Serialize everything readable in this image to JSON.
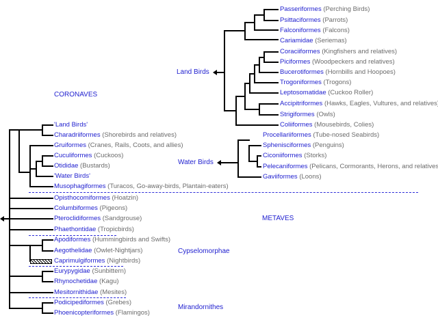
{
  "groups": {
    "coronaves": "CORONAVES",
    "metaves": "METAVES",
    "land_birds": "Land Birds",
    "water_birds": "Water Birds",
    "cypselomorphae": "Cypselomorphae",
    "mirandornithes": "Mirandornithes"
  },
  "land_birds_taxa": [
    {
      "name": "Passeriformes",
      "common": "(Perching Birds)"
    },
    {
      "name": "Psittaciformes",
      "common": "(Parrots)"
    },
    {
      "name": "Falconiformes",
      "common": "(Falcons)"
    },
    {
      "name": "Cariamidae",
      "common": "(Seriemas)"
    },
    {
      "name": "Coraciiformes",
      "common": "(Kingfishers and relatives)"
    },
    {
      "name": "Piciformes",
      "common": "(Woodpeckers and relatives)"
    },
    {
      "name": "Bucerotiformes",
      "common": "(Hornbills and Hoopoes)"
    },
    {
      "name": "Trogoniformes",
      "common": "(Trogons)"
    },
    {
      "name": "Leptosomatidae",
      "common": "(Cuckoo Roller)"
    },
    {
      "name": "Accipitriformes",
      "common": "(Hawks, Eagles, Vultures, and relatives)"
    },
    {
      "name": "Strigiformes",
      "common": "(Owls)"
    },
    {
      "name": "Coliiformes",
      "common": "(Mousebirds, Colies)"
    }
  ],
  "water_birds_taxa": [
    {
      "name": "Procellariiformes",
      "common": "(Tube-nosed Seabirds)"
    },
    {
      "name": "Sphenisciformes",
      "common": "(Penguins)"
    },
    {
      "name": "Ciconiiformes",
      "common": "(Storks)"
    },
    {
      "name": "Pelecaniformes",
      "common": "(Pelicans, Cormorants, Herons, and relatives)"
    },
    {
      "name": "Gaviiformes",
      "common": "(Loons)"
    }
  ],
  "main_taxa": [
    {
      "name": "'Land Birds'",
      "common": ""
    },
    {
      "name": "Charadriiformes",
      "common": "(Shorebirds and relatives)"
    },
    {
      "name": "Gruiformes",
      "common": "(Cranes, Rails, Coots, and allies)"
    },
    {
      "name": "Cuculiformes",
      "common": "(Cuckoos)"
    },
    {
      "name": "Otididae",
      "common": "(Bustards)"
    },
    {
      "name": "'Water Birds'",
      "common": ""
    },
    {
      "name": "Musophagiformes",
      "common": "(Turacos, Go-away-birds, Plantain-eaters)"
    },
    {
      "name": "Opisthocomiformes",
      "common": "(Hoatzin)"
    },
    {
      "name": "Columbiformes",
      "common": "(Pigeons)"
    },
    {
      "name": "Pteroclidiformes",
      "common": "(Sandgrouse)"
    },
    {
      "name": "Phaethontidae",
      "common": "(Tropicbirds)"
    },
    {
      "name": "Apodiformes",
      "common": "(Hummingbirds and Swifts)"
    },
    {
      "name": "Aegothelidae",
      "common": "(Owlet-Nightjars)"
    },
    {
      "name": "Caprimulgiformes",
      "common": "(Nightbirds)"
    },
    {
      "name": "Eurypygidae",
      "common": "(Sunbittern)"
    },
    {
      "name": "Rhynochetidae",
      "common": "(Kagu)"
    },
    {
      "name": "Mesitornithidae",
      "common": "(Mesites)"
    },
    {
      "name": "Podicipediformes",
      "common": "(Grebes)"
    },
    {
      "name": "Phoenicopteriformes",
      "common": "(Flamingos)"
    }
  ]
}
